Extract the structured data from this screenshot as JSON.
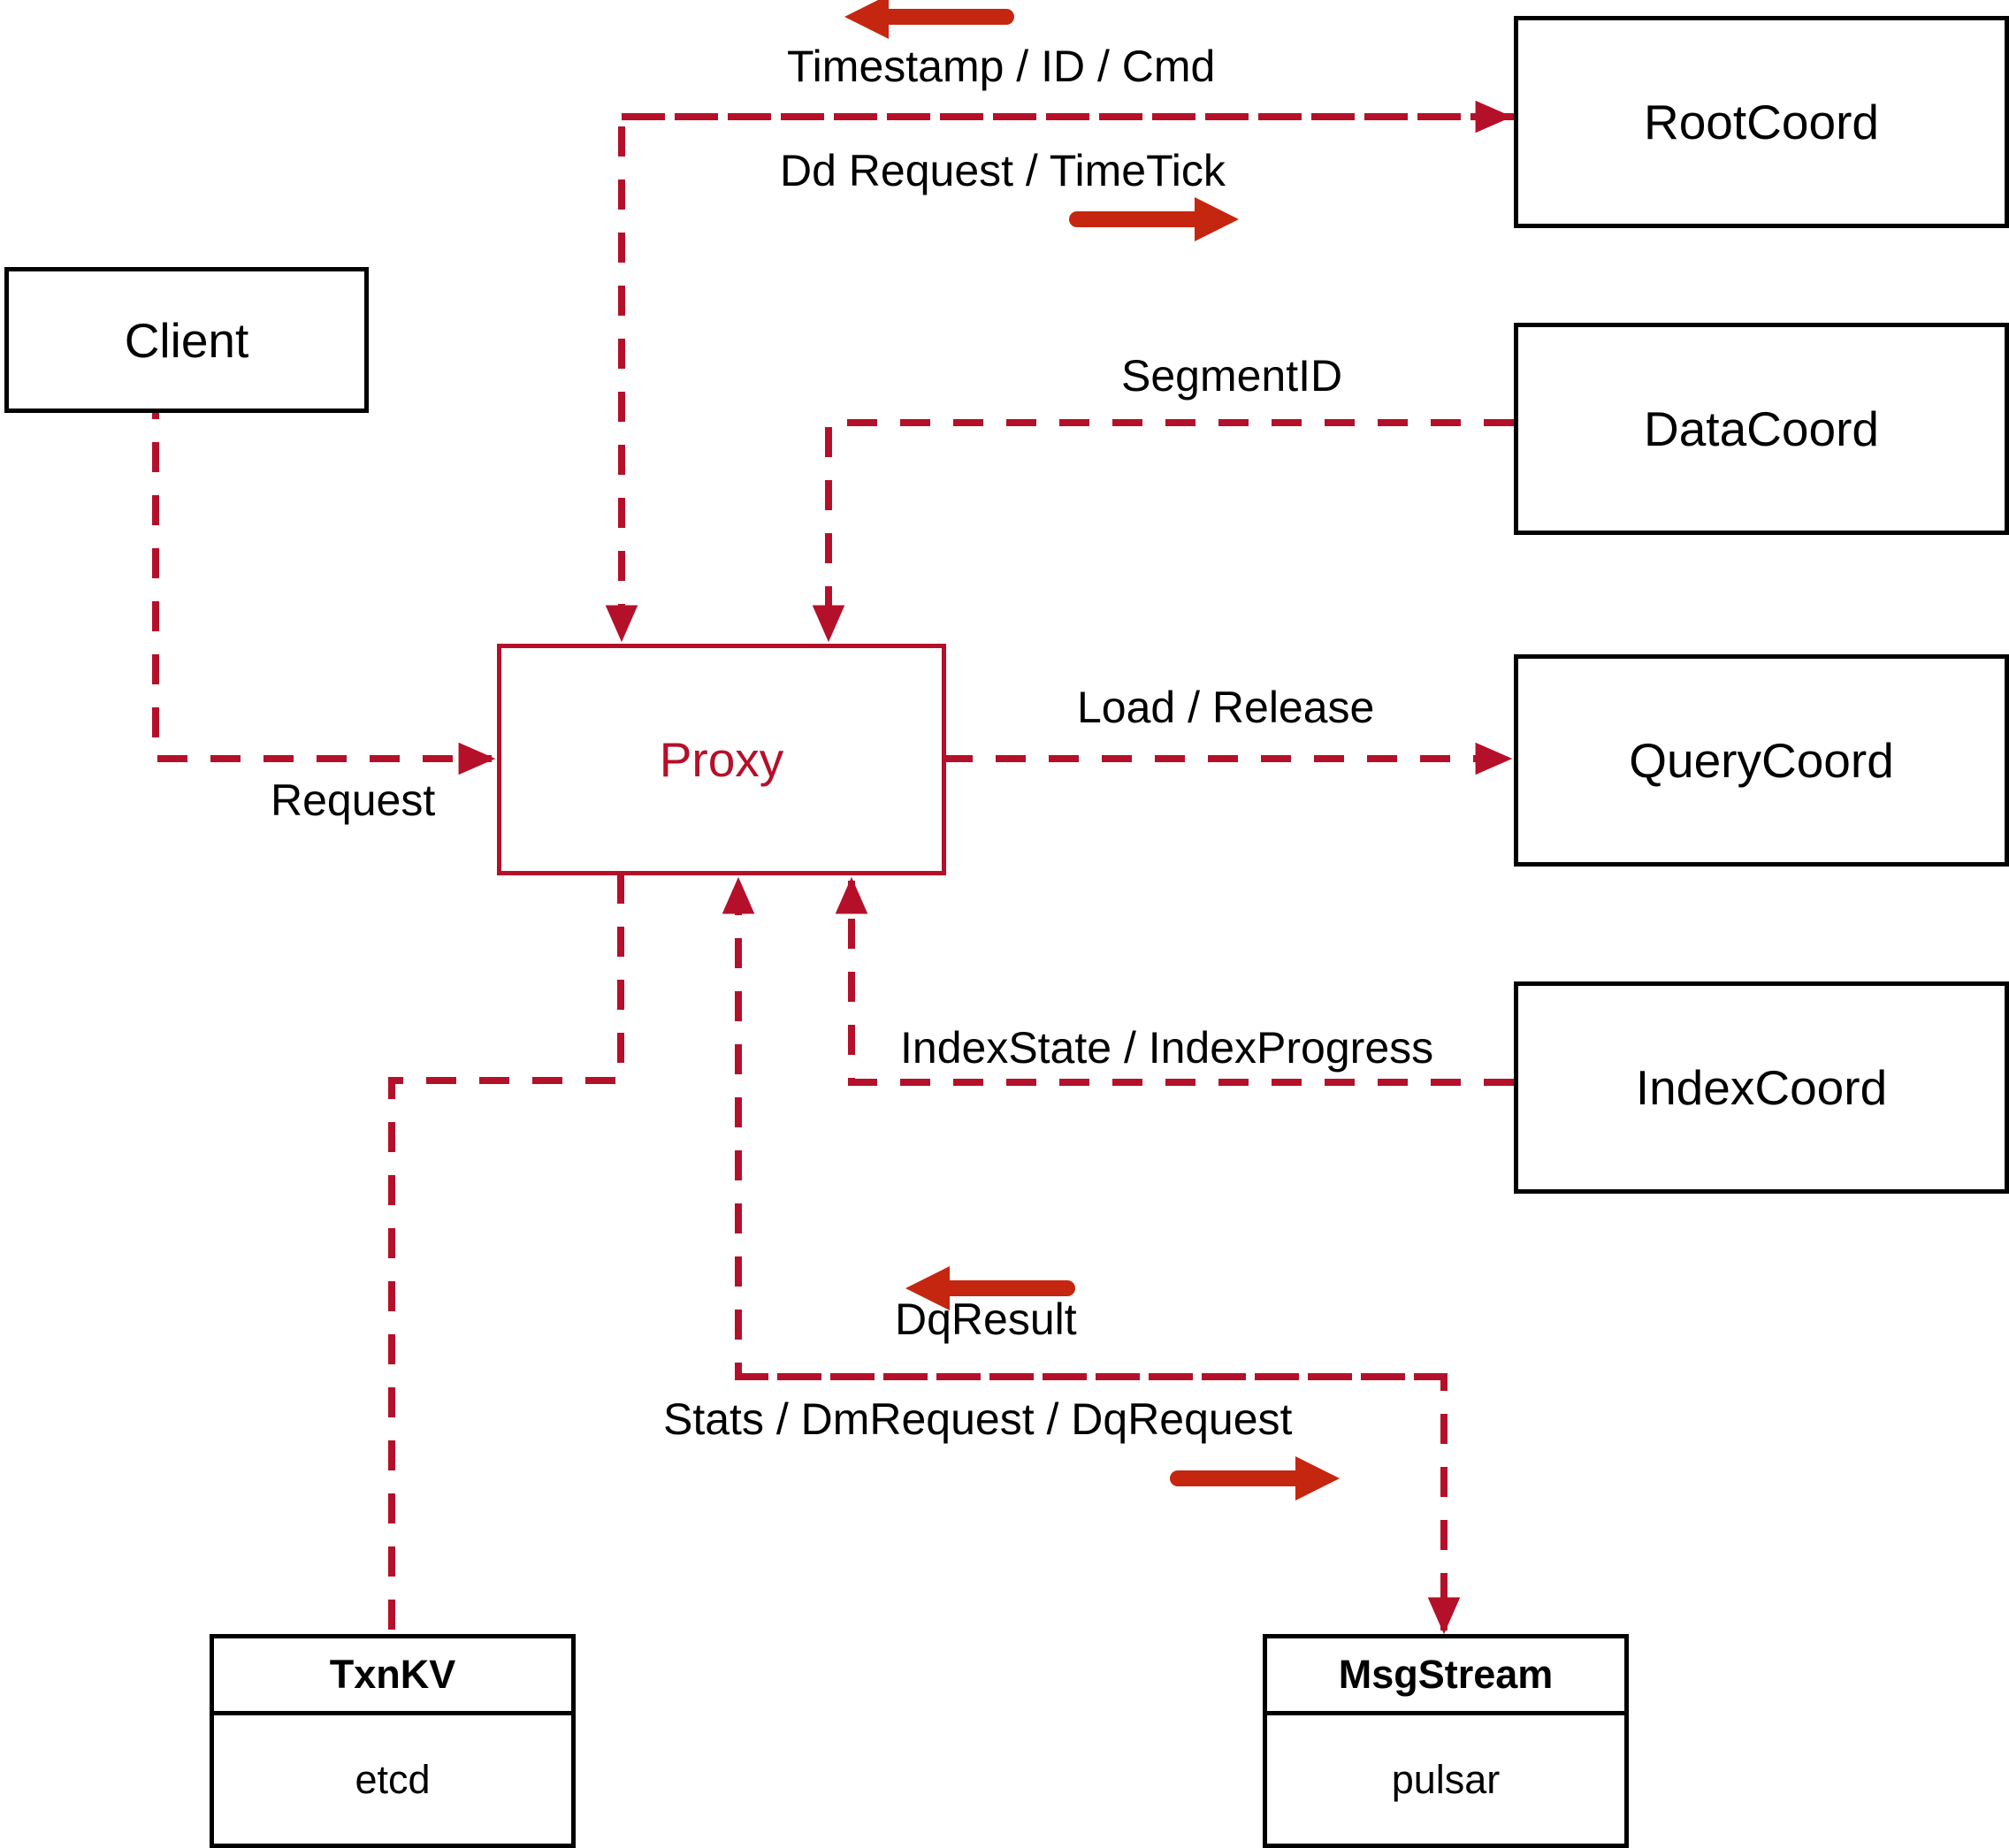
{
  "diagram": {
    "title": "Proxy component interaction diagram",
    "colors": {
      "dashed_line": "#b5102a",
      "solid_arrow": "#c5260f",
      "node_border": "#000000",
      "proxy_border": "#b5102a",
      "proxy_text": "#b5102a",
      "background": "#ffffff"
    }
  },
  "nodes": {
    "client": {
      "label": "Client"
    },
    "proxy": {
      "label": "Proxy"
    },
    "root_coord": {
      "label": "RootCoord"
    },
    "data_coord": {
      "label": "DataCoord"
    },
    "query_coord": {
      "label": "QueryCoord"
    },
    "index_coord": {
      "label": "IndexCoord"
    },
    "txn_kv": {
      "header": "TxnKV",
      "body": "etcd"
    },
    "msg_stream": {
      "header": "MsgStream",
      "body": "pulsar"
    }
  },
  "edge_labels": {
    "timestamp_id_cmd": "Timestamp / ID / Cmd",
    "dd_request_timetick": "Dd Request / TimeTick",
    "segment_id": "SegmentID",
    "request": "Request",
    "load_release": "Load / Release",
    "index_state_progress": "IndexState / IndexProgress",
    "dq_result": "DqResult",
    "stats_dm_dq_request": "Stats / DmRequest / DqRequest"
  },
  "direction_markers": {
    "timestamp_arrow": "arrow-left-icon",
    "dd_request_arrow": "arrow-right-icon",
    "dq_result_arrow": "arrow-left-icon",
    "stats_arrow": "arrow-right-icon"
  }
}
